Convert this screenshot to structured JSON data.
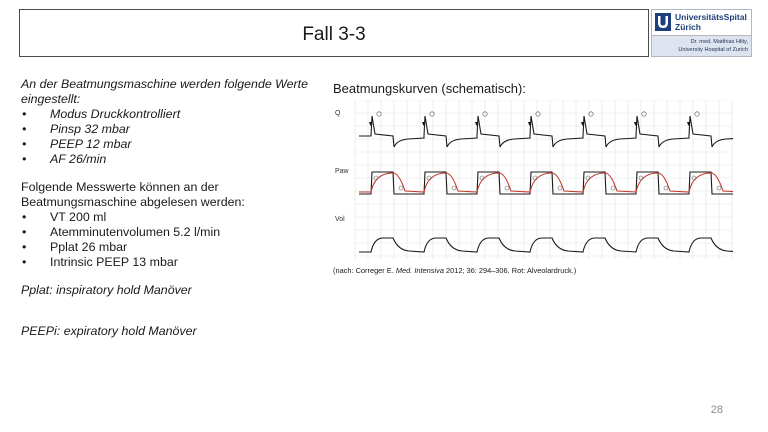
{
  "slide": {
    "title": "Fall 3-3",
    "page_number": "28"
  },
  "logo": {
    "name_line1": "UniversitätsSpital",
    "name_line2": "Zürich",
    "author_line1": "Dr. med. Matthias Hilty,",
    "author_line2": "University Hospital of Zurich"
  },
  "left": {
    "intro": "An der Beatmungsmaschine werden folgende Werte eingestellt:",
    "settings": [
      "Modus Druckkontrolliert",
      "Pinsp 32 mbar",
      "PEEP 12 mbar",
      "AF 26/min"
    ],
    "measured_intro": "Folgende Messwerte können an der Beatmungsmaschine abgelesen werden:",
    "measured": [
      "VT 200 ml",
      "Atemminutenvolumen 5.2 l/min",
      "Pplat 26 mbar",
      "Intrinsic PEEP 13 mbar"
    ],
    "pplat_note": "Pplat: inspiratory hold Manöver",
    "peepi_note": "PEEPi: expiratory hold Manöver"
  },
  "right": {
    "title": "Beatmungskurven (schematisch):",
    "citation_pre": "(nach: Correger E. ",
    "citation_journal": "Med. Intensiva",
    "citation_post": " 2012; 36: 294–306. Rot: Alveolardruck.)"
  },
  "chart_data": {
    "type": "line",
    "title": "Beatmungskurven (schematisch):",
    "breaths_shown": 7,
    "panels": [
      {
        "label": "Q",
        "description": "flow"
      },
      {
        "label": "Paw",
        "description": "airway pressure (black) and alveolar pressure (red)"
      },
      {
        "label": "Vol",
        "description": "volume"
      }
    ],
    "colors": {
      "airway": "#1a1a1a",
      "alveolar": "#c0392b",
      "grid": "#e3e3e3"
    },
    "grid": true
  }
}
